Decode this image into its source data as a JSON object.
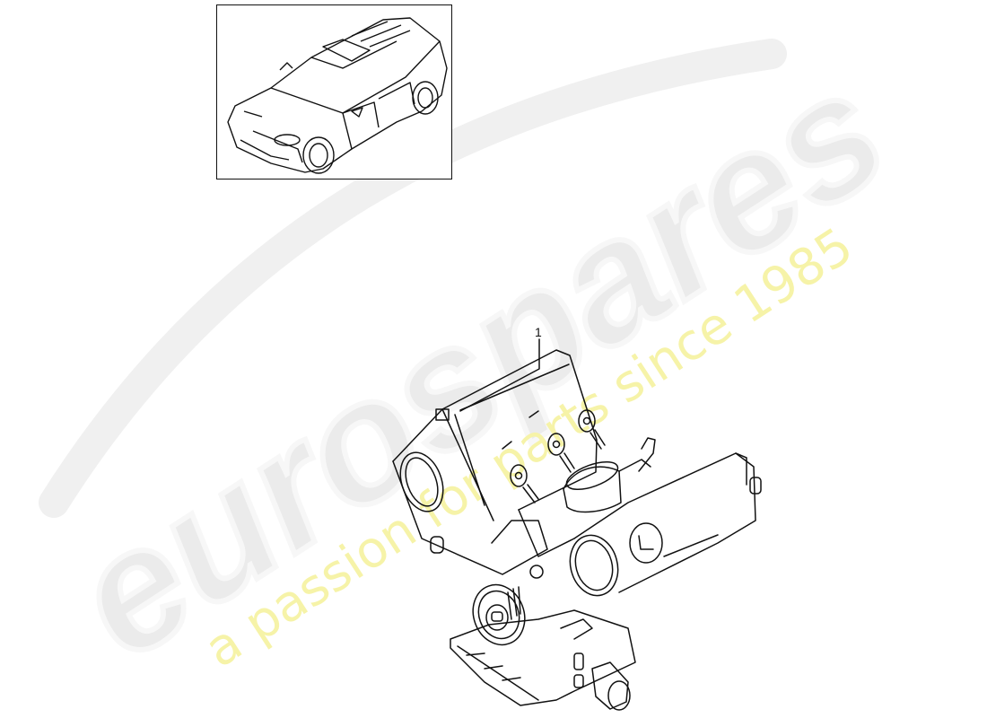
{
  "diagram": {
    "type": "parts-exploded-view",
    "thumbnail": {
      "subject": "vehicle overview (SUV, isometric line drawing)"
    },
    "main_part": {
      "subject": "engine long block assembly"
    },
    "callouts": [
      {
        "number": "1",
        "part": "engine assembly"
      }
    ]
  },
  "watermark": {
    "brand": "eurospares",
    "tagline": "a passion for parts since 1985",
    "brand_color": "#e6e6e6",
    "tagline_color": "#f6f3a8"
  },
  "colors": {
    "line": "#111111",
    "background": "#ffffff"
  }
}
